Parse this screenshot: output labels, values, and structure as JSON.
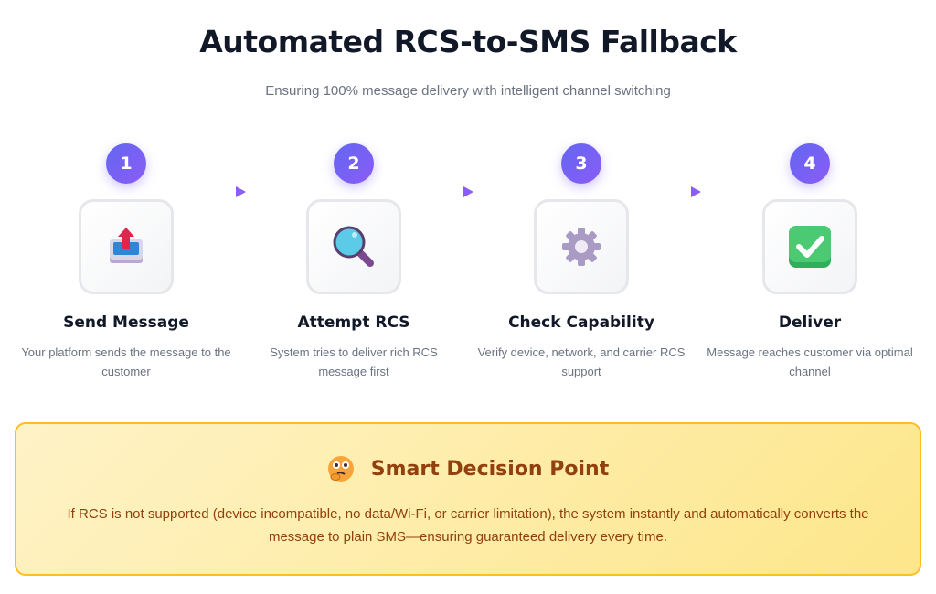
{
  "header": {
    "title": "Automated RCS-to-SMS Fallback",
    "subtitle": "Ensuring 100% message delivery with intelligent channel switching"
  },
  "steps": [
    {
      "number": "1",
      "title": "Send Message",
      "description": "Your platform sends the message to the customer",
      "icon": "outbox-tray-icon"
    },
    {
      "number": "2",
      "title": "Attempt RCS",
      "description": "System tries to deliver rich RCS message first",
      "icon": "magnifying-glass-icon"
    },
    {
      "number": "3",
      "title": "Check Capability",
      "description": "Verify device, network, and carrier RCS support",
      "icon": "gear-icon"
    },
    {
      "number": "4",
      "title": "Deliver",
      "description": "Message reaches customer via optimal channel",
      "icon": "check-mark-icon"
    }
  ],
  "decision": {
    "title": "Smart Decision Point",
    "icon": "thinking-face-icon",
    "text": "If RCS is not supported (device incompatible, no data/Wi-Fi, or carrier limitation), the system instantly and automatically converts the message to plain SMS—ensuring guaranteed delivery every time."
  },
  "colors": {
    "accent": "#8b5cf6",
    "panel_border": "#fbbf24",
    "panel_text": "#92400e"
  }
}
